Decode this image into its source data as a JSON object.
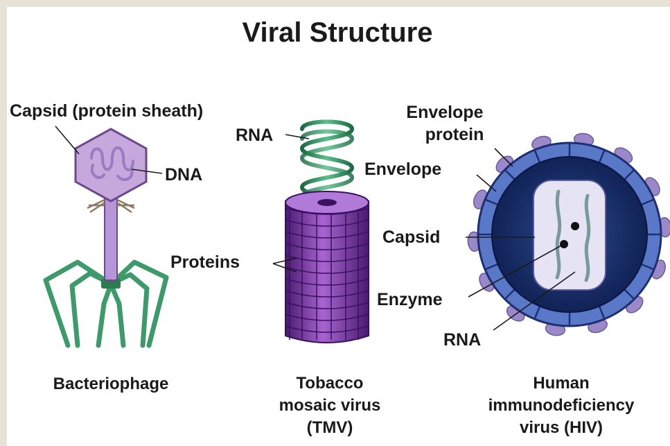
{
  "title": "Viral Structure",
  "bacteriophage": {
    "caption": "Bacteriophage",
    "labels": {
      "capsid": "Capsid (protein sheath)",
      "dna": "DNA"
    }
  },
  "tmv": {
    "caption": [
      "Tobacco",
      "mosaic virus",
      "(TMV)"
    ],
    "labels": {
      "rna": "RNA",
      "proteins": "Proteins"
    }
  },
  "hiv": {
    "caption": [
      "Human",
      "immunodeficiency",
      "virus (HIV)"
    ],
    "labels": {
      "envelope_protein": [
        "Envelope",
        "protein"
      ],
      "envelope": "Envelope",
      "capsid": "Capsid",
      "enzyme": "Enzyme",
      "rna": "RNA"
    }
  },
  "colors": {
    "capsid_fill": "#c6a8dc",
    "capsid_stroke": "#6a4a8c",
    "dna": "#9b7ac0",
    "tail_fibers": "#3e9a6a",
    "tmv_rna": "#3aa06a",
    "tmv_proteins": "#7a3ca0",
    "hiv_envelope": "#5a78c8",
    "hiv_core": "#142860",
    "hiv_spikes": "#9b88c8",
    "hiv_capsid": "#e6e4f4"
  }
}
